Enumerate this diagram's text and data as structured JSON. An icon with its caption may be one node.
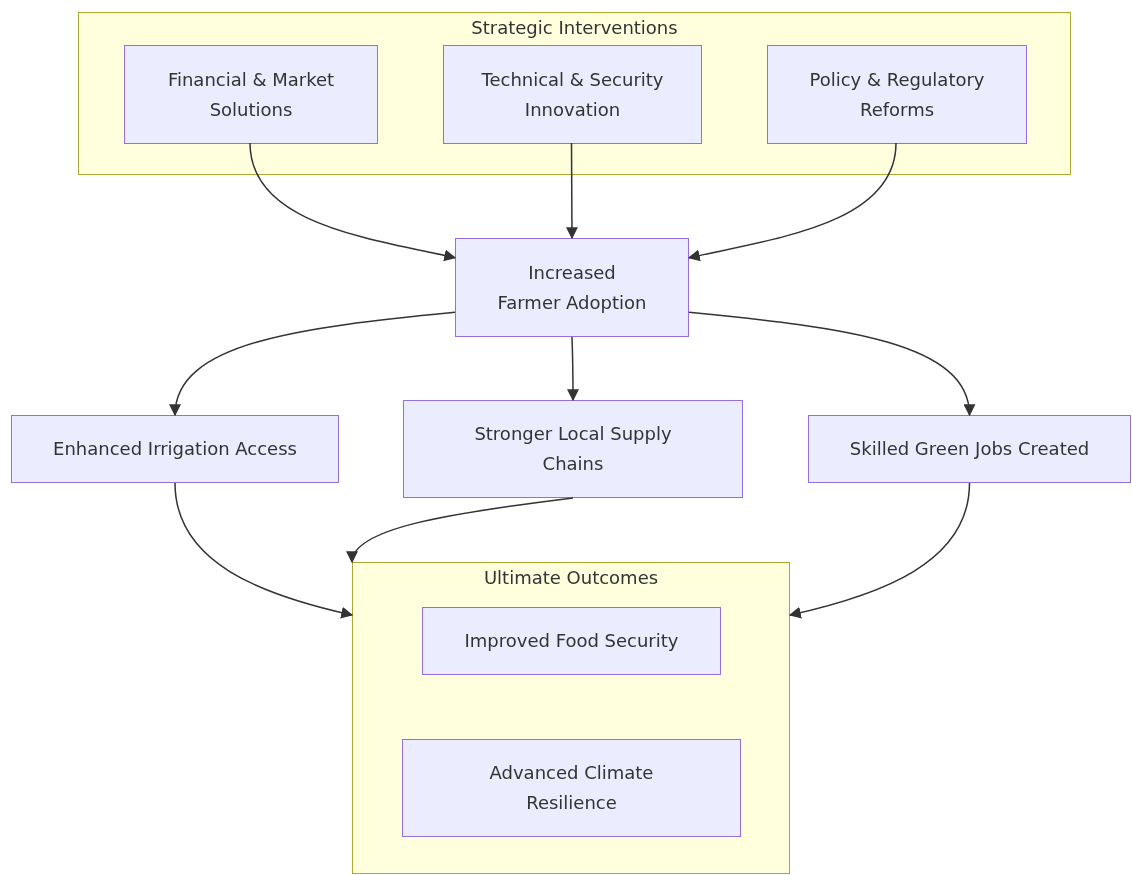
{
  "diagram": {
    "nodes": [
      {
        "text": [
          "Strategic Interventions"
        ]
      },
      {
        "text": [
          "Financial & Market Solutions"
        ],
        "in": 0
      },
      {
        "text": [
          "Technical & Security Innovation"
        ],
        "in": 0
      },
      {
        "text": [
          "Policy & Regulatory Reforms"
        ],
        "in": 0
      },
      {
        "text": [
          "Increased Farmer Adoption"
        ]
      },
      {
        "text": [
          "Enhanced Irrigation Access"
        ]
      },
      {
        "text": [
          "Stronger Local Supply Chains"
        ]
      },
      {
        "text": [
          "Skilled Green Jobs Created"
        ]
      },
      {
        "text": [
          "Ultimate Outcomes"
        ]
      },
      {
        "text": [
          "Improved Food Security"
        ],
        "in": 8
      },
      {
        "text": [
          "Advanced Climate Resilience"
        ],
        "in": 8
      }
    ],
    "edges": [
      {
        "from": 1,
        "to": 4,
        "arrow": "to"
      },
      {
        "from": 2,
        "to": 4,
        "arrow": "to"
      },
      {
        "from": 3,
        "to": 4,
        "arrow": "to"
      },
      {
        "from": 4,
        "to": 5,
        "arrow": "to"
      },
      {
        "from": 4,
        "to": 6,
        "arrow": "to"
      },
      {
        "from": 4,
        "to": 7,
        "arrow": "to"
      },
      {
        "from": 5,
        "to": 8,
        "arrow": "to"
      },
      {
        "from": 6,
        "to": 8,
        "arrow": "to"
      },
      {
        "from": 7,
        "to": 8,
        "arrow": "to"
      }
    ]
  }
}
